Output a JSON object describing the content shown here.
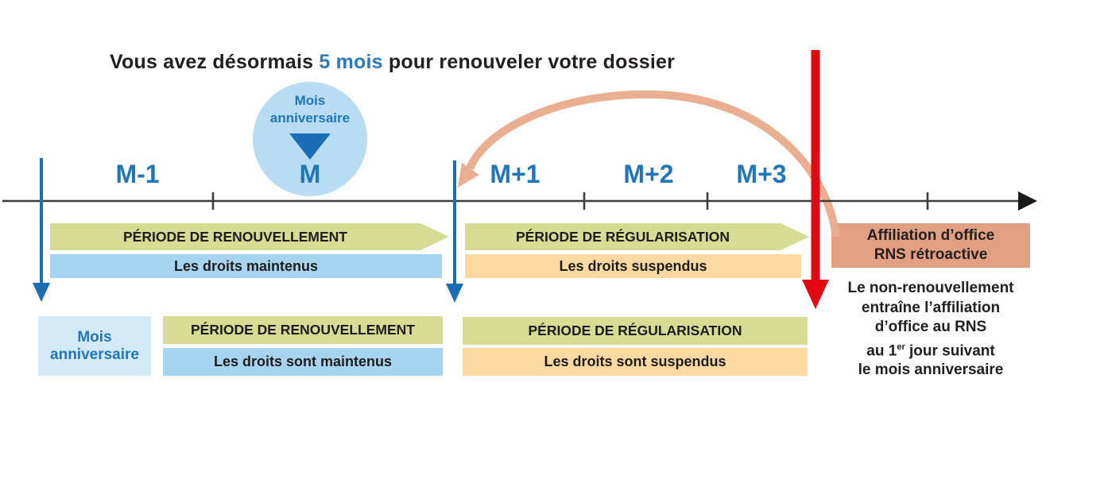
{
  "title": {
    "prefix": "Vous avez désormais ",
    "highlight": "5 mois",
    "suffix": " pour renouveler votre dossier"
  },
  "bubble": {
    "line1": "Mois",
    "line2": "anniversaire"
  },
  "timeline": {
    "months": [
      "M-1",
      "M",
      "M+1",
      "M+2",
      "M+3"
    ]
  },
  "row1": {
    "renouvellement": {
      "period": "PÉRIODE DE RENOUVELLEMENT",
      "rights": "Les droits maintenus"
    },
    "regularisation": {
      "period": "PÉRIODE DE RÉGULARISATION",
      "rights": "Les droits suspendus"
    },
    "affiliation": {
      "line1": "Affiliation d’office",
      "line2": "RNS rétroactive"
    }
  },
  "row2": {
    "anniversaire": {
      "line1": "Mois",
      "line2": "anniversaire"
    },
    "renouvellement": {
      "period": "PÉRIODE DE RENOUVELLEMENT",
      "rights": "Les droits sont maintenus"
    },
    "regularisation": {
      "period": "PÉRIODE DE RÉGULARISATION",
      "rights": "Les droits sont suspendus"
    }
  },
  "note": {
    "line1": "Le non-renouvellement",
    "line2": "entraîne l’affiliation",
    "line3": "d’office au RNS",
    "line4_pre": "au 1",
    "line4_sup": "er",
    "line4_post": " jour suivant",
    "line5": "le mois anniversaire"
  },
  "colors": {
    "text_dark": "#231f20",
    "accent_blue": "#2176b9",
    "arrow_blue": "#1b6db6",
    "circle_blue": "#b8ddf2",
    "band_green": "#d6dc94",
    "band_blue": "#a7d4f1",
    "band_orange": "#fcd9a1",
    "box_light_blue": "#d5eaf7",
    "box_salmon": "#e2a083",
    "arc_salmon": "#eaae91",
    "arrow_red": "#e30613",
    "timeline_dark": "#3d3d3d"
  }
}
